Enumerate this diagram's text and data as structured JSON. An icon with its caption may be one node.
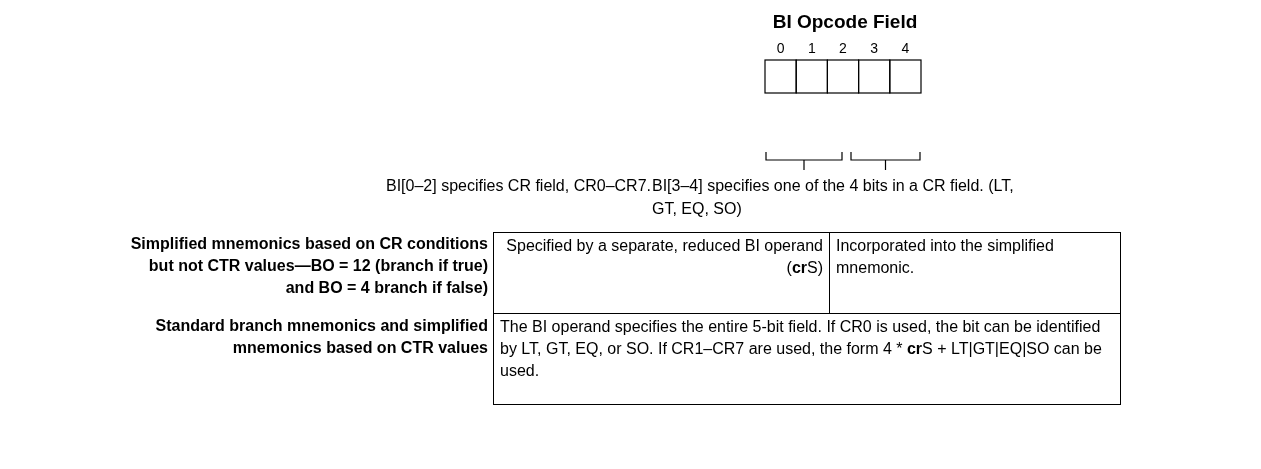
{
  "diagram": {
    "title": "BI Opcode Field",
    "labels": [
      "0",
      "1",
      "2",
      "3",
      "4",
      "BI[0–2] specifies CR field, CR0–CR7.",
      "BI[3–4] specifies one of the 4 bits in a CR field. (LT, GT, EQ, SO)",
      "Simplified mnemonics based on CR conditions but not CTR values—BO = 12 (branch if true) and BO = 4 branch if false)",
      "Specified by a separate, reduced BI operand (**cr**S)",
      "Incorporated into the simplified mnemonic.",
      "Standard branch mnemonics and simplified mnemonics based on CTR values",
      "The BI operand specifies the entire 5-bit field. If CR0 is used, the bit can be identified by LT, GT, EQ, or SO. If CR1–CR7 are used, the form 4 * **cr**S + LT|GT|EQ|SO can be used."
    ]
  }
}
